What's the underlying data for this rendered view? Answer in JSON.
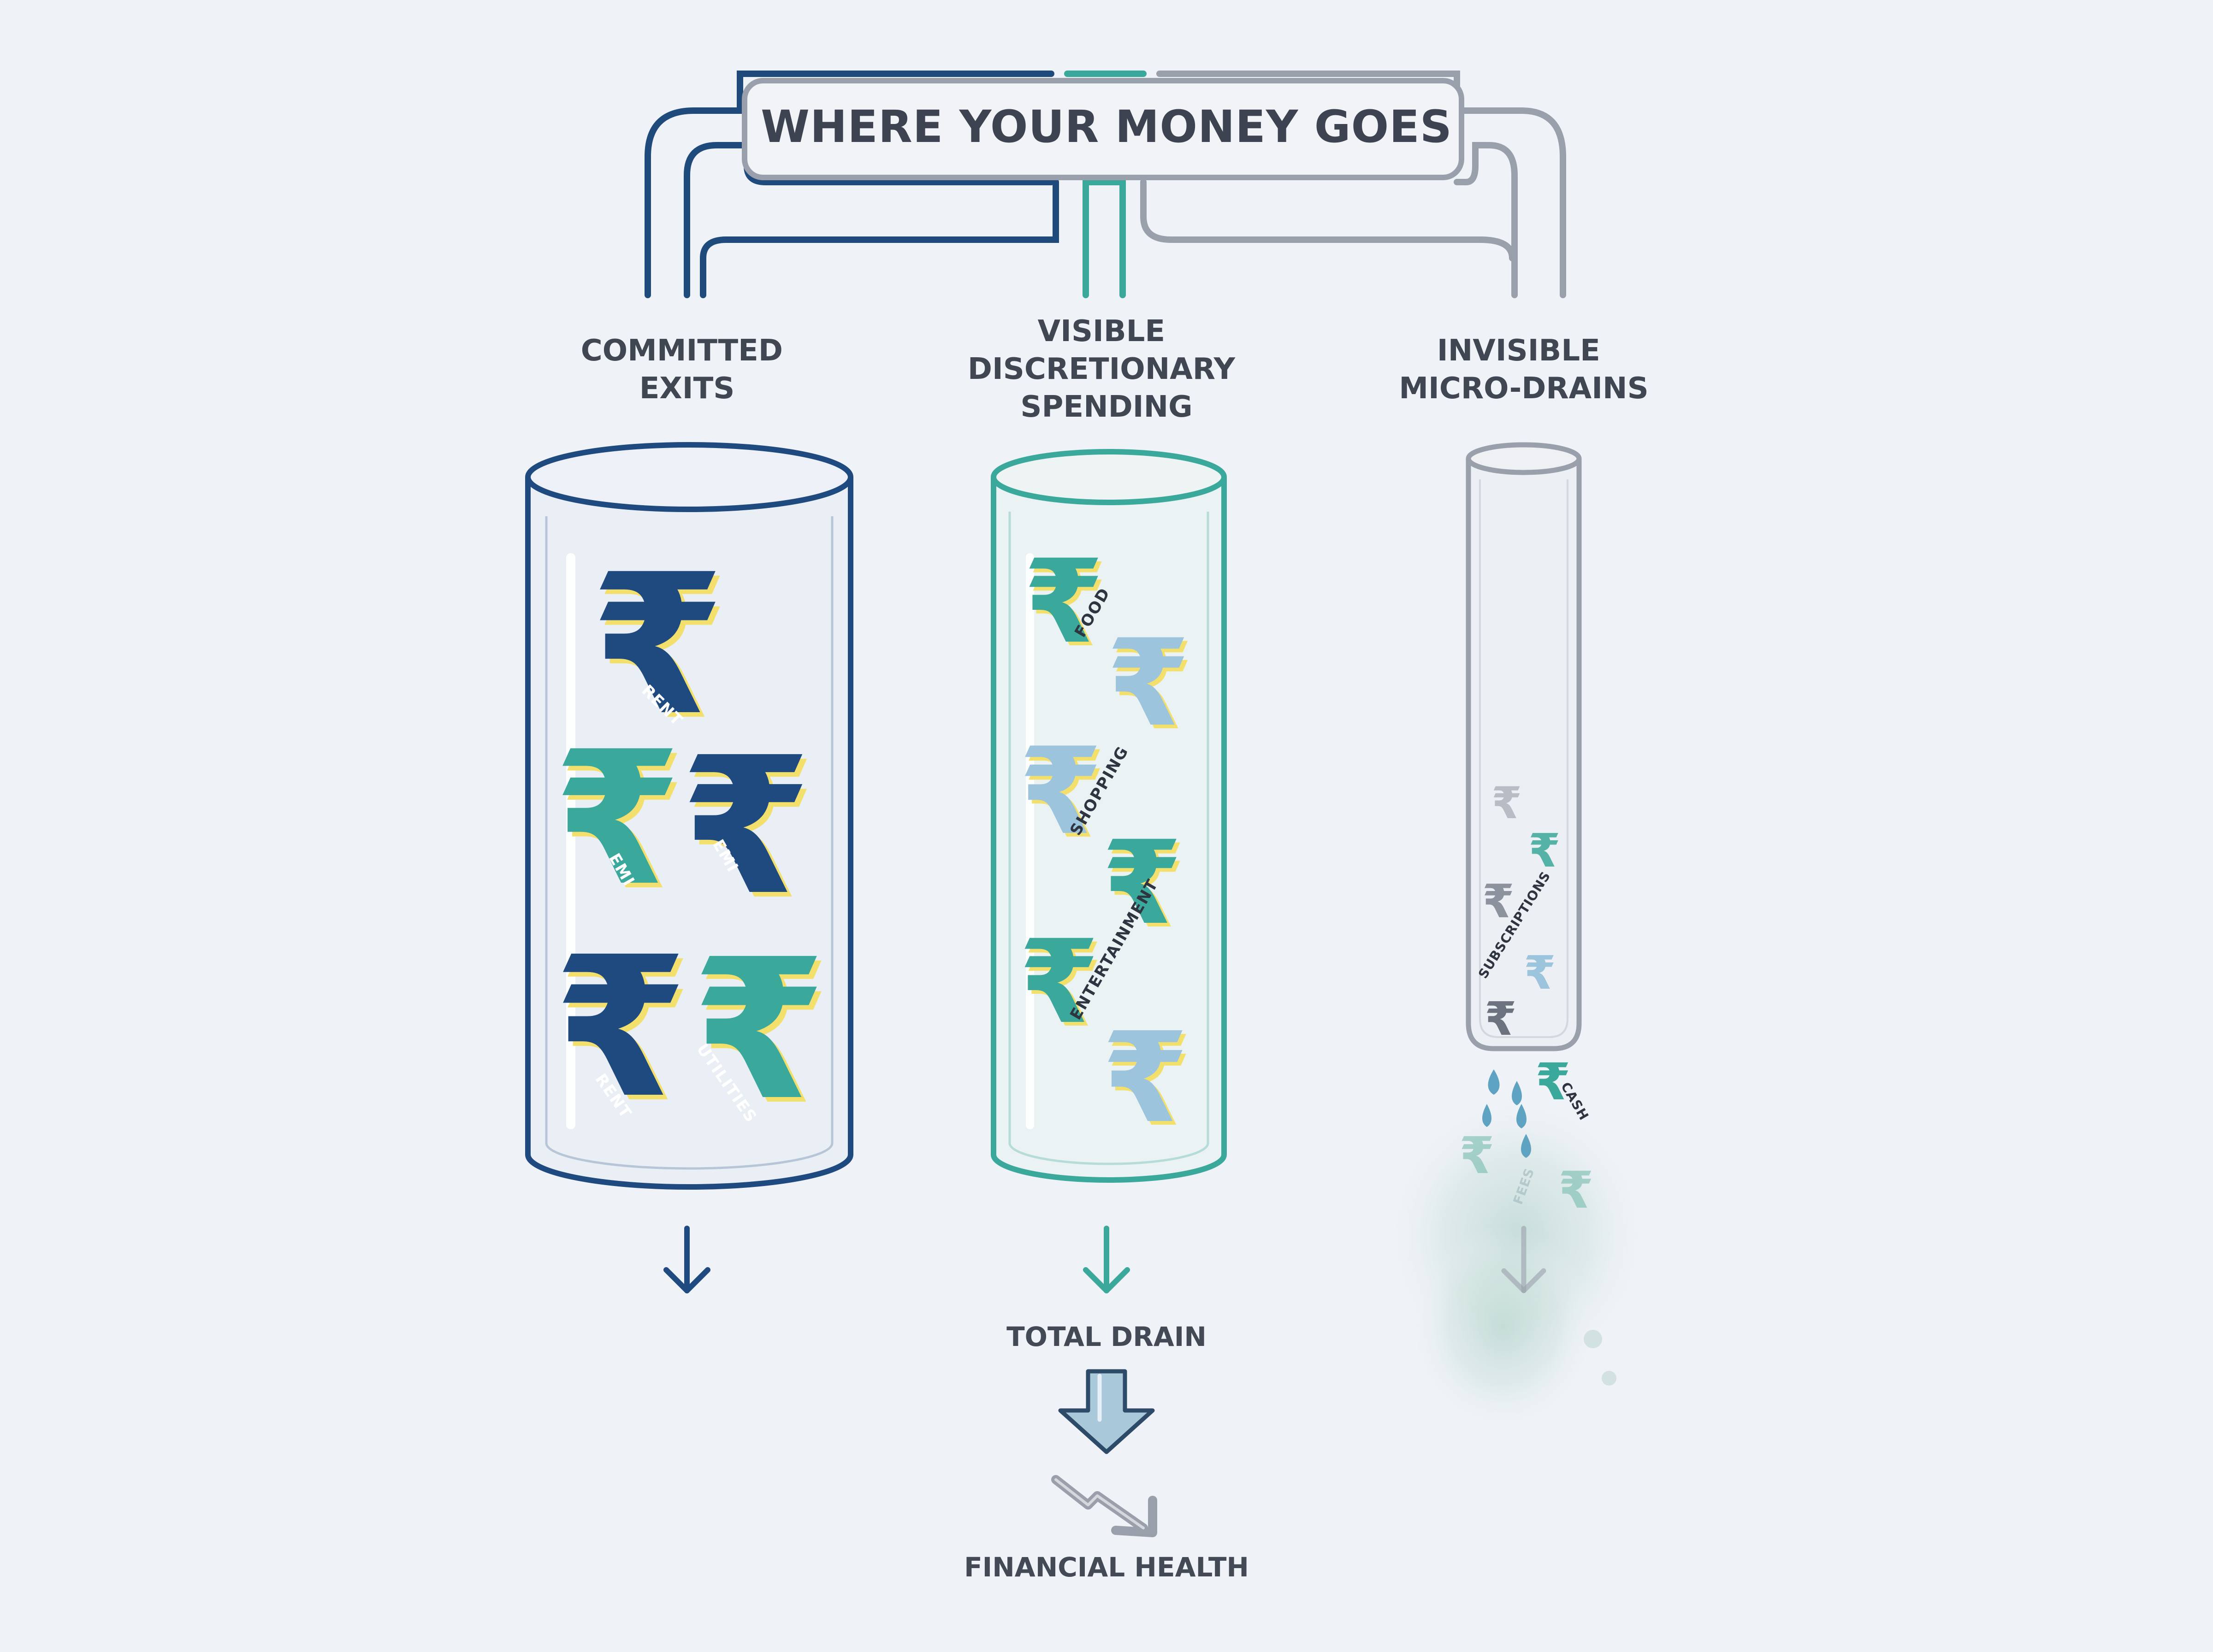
{
  "title": "WHERE YOUR MONEY GOES",
  "categories": [
    {
      "id": "committed",
      "lines": [
        "COMMITTED",
        "EXITS"
      ],
      "color": "#1f4a80",
      "items": [
        "RENT",
        "EMI",
        "EMI",
        "RENT",
        "UTILITIES"
      ]
    },
    {
      "id": "discretionary",
      "lines": [
        "VISIBLE",
        "DISCRETIONARY",
        "SPENDING"
      ],
      "color": "#3aa89a",
      "items": [
        "FOOD",
        "SHOPPING",
        "ENTERTAINMENT"
      ]
    },
    {
      "id": "micro",
      "lines": [
        "INVISIBLE",
        "MICRO-DRAINS"
      ],
      "color": "#9aa0ab",
      "items": [
        "SUBSCRIPTIONS",
        "CASH",
        "FEES"
      ]
    }
  ],
  "flow": {
    "total_label": "TOTAL DRAIN",
    "result_label": "FINANCIAL HEALTH"
  },
  "symbols": {
    "currency": "₹"
  },
  "colors": {
    "navy": "#1f4a80",
    "teal": "#3aa89a",
    "light_blue": "#9cc4dc",
    "gray": "#9aa0ab",
    "highlight_yellow": "#f3df6b",
    "background": "#eff2f7"
  }
}
